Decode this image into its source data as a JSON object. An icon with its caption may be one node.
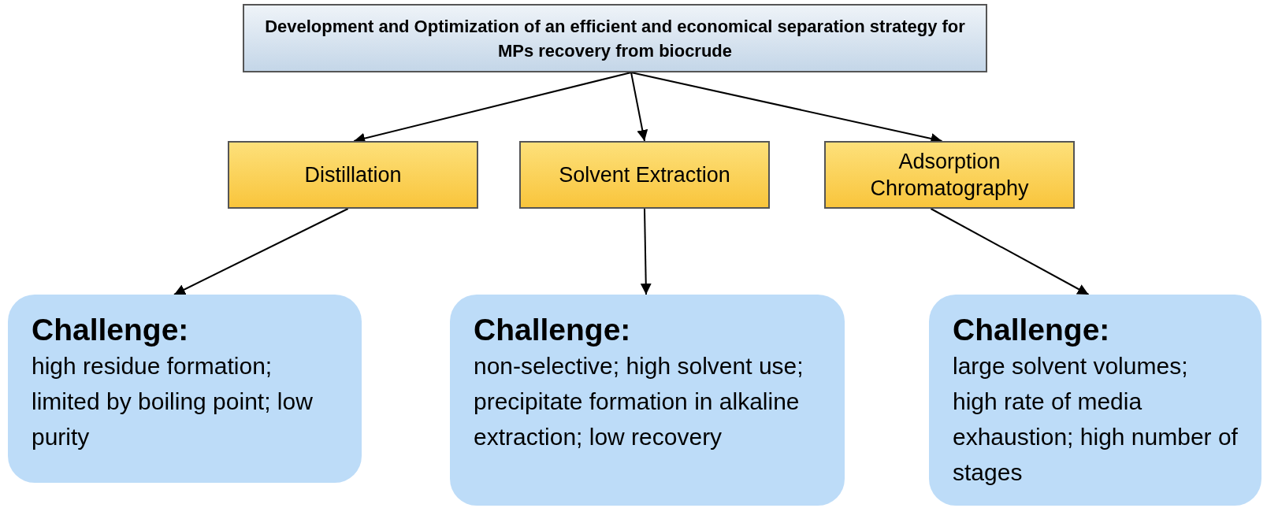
{
  "diagram": {
    "nodes": [
      {
        "text": [
          "Development and Optimization of an efficient and economical separation strategy for MPs recovery from biocrude"
        ]
      },
      {
        "text": [
          "Distillation"
        ]
      },
      {
        "text": [
          "Solvent Extraction"
        ]
      },
      {
        "text": [
          "Adsorption Chromatography"
        ]
      },
      {
        "text": [
          "Challenge:",
          "high residue formation; limited by boiling point; low purity"
        ]
      },
      {
        "text": [
          "Challenge:",
          "non-selective; high solvent use; precipitate formation in alkaline extraction; low recovery"
        ]
      },
      {
        "text": [
          "Challenge:",
          "large solvent volumes; high rate of media exhaustion; high number of stages"
        ]
      }
    ],
    "edges": [
      {
        "from": 0,
        "to": 1,
        "arrow": "to"
      },
      {
        "from": 0,
        "to": 2,
        "arrow": "to"
      },
      {
        "from": 0,
        "to": 3,
        "arrow": "to"
      },
      {
        "from": 1,
        "to": 4,
        "arrow": "to"
      },
      {
        "from": 2,
        "to": 5,
        "arrow": "to"
      },
      {
        "from": 3,
        "to": 6,
        "arrow": "to"
      }
    ]
  }
}
